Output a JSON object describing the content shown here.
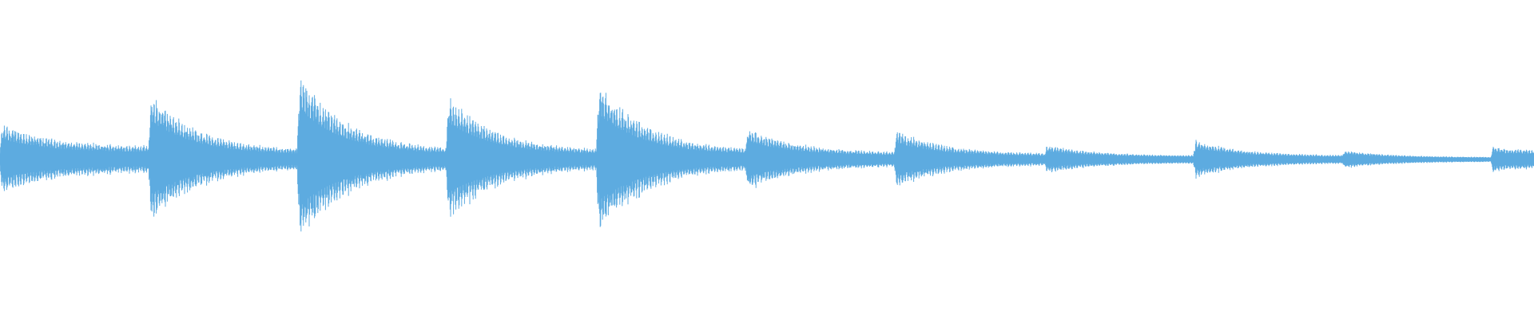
{
  "waveform": {
    "color": "#5dabe0",
    "note_onsets_fraction": [
      0.0,
      0.097,
      0.194,
      0.291,
      0.389,
      0.486,
      0.583,
      0.681,
      0.778,
      0.875,
      0.972
    ],
    "note_peak_amplitudes": [
      0.24,
      0.46,
      0.6,
      0.44,
      0.54,
      0.22,
      0.2,
      0.1,
      0.13,
      0.06,
      0.09
    ],
    "note_tail_amplitudes": [
      0.08,
      0.05,
      0.05,
      0.05,
      0.05,
      0.04,
      0.03,
      0.02,
      0.02,
      0.01,
      0.06
    ]
  }
}
